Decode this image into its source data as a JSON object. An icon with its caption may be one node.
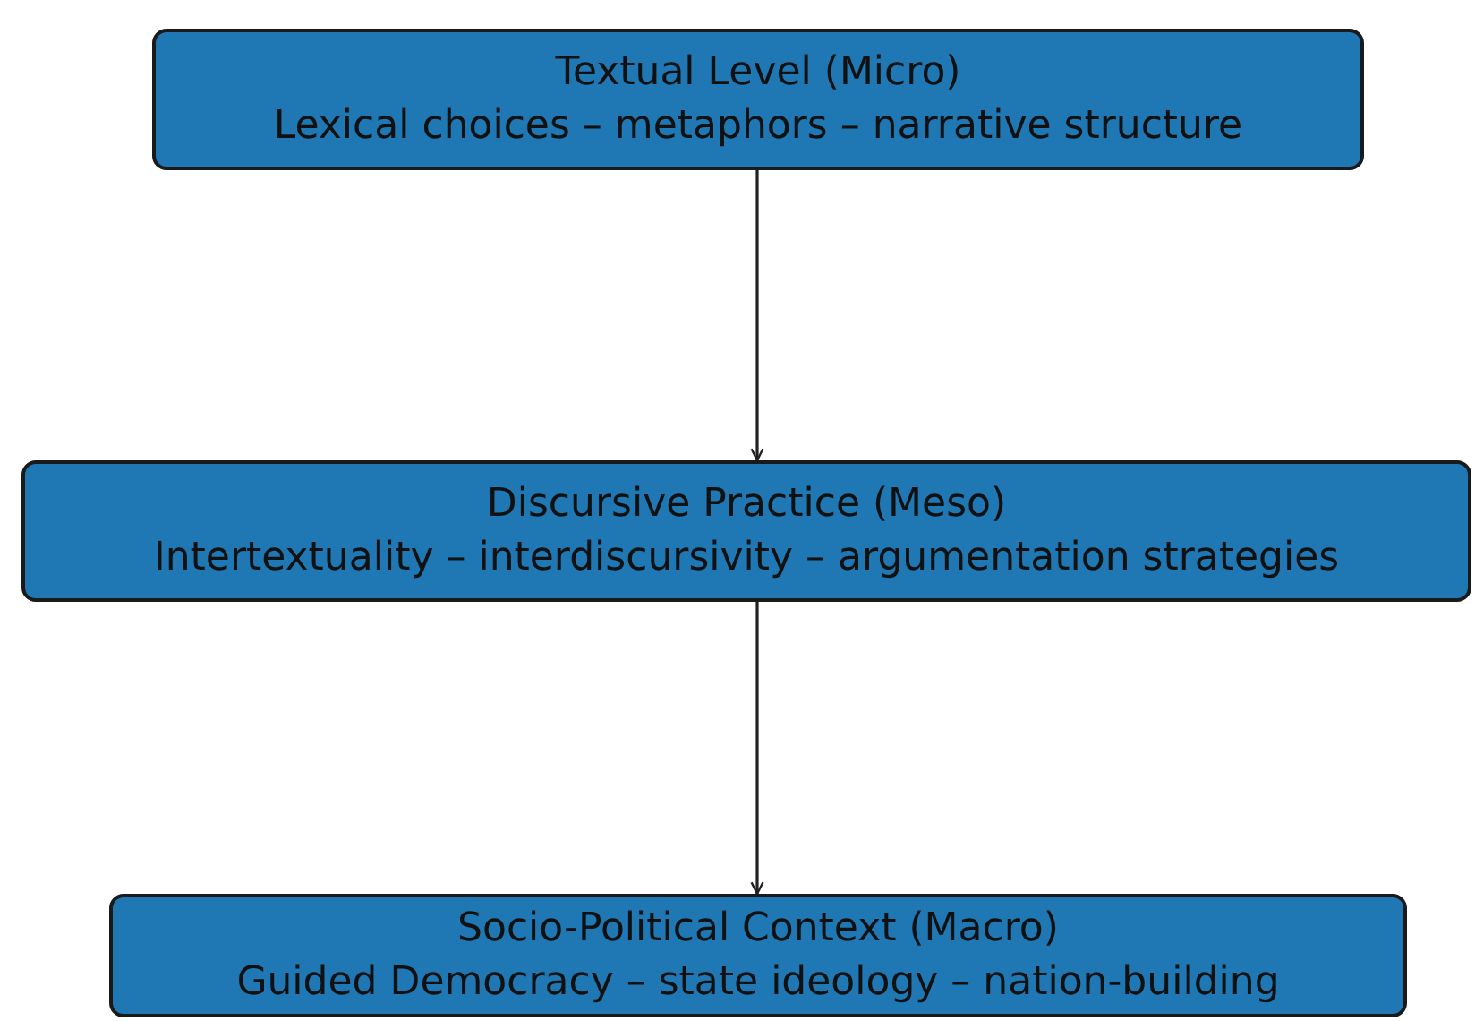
{
  "diagram": {
    "nodes": [
      {
        "text": [
          "Textual Level (Micro)",
          "Lexical choices – metaphors – narrative structure"
        ]
      },
      {
        "text": [
          "Discursive Practice (Meso)",
          "Intertextuality – interdiscursivity – argumentation strategies"
        ]
      },
      {
        "text": [
          "Socio-Political Context (Macro)",
          "Guided Democracy – state ideology – nation-building"
        ]
      }
    ],
    "edges": [
      {
        "from": 0,
        "to": 1,
        "arrow": "to"
      },
      {
        "from": 1,
        "to": 2,
        "arrow": "to"
      }
    ]
  }
}
